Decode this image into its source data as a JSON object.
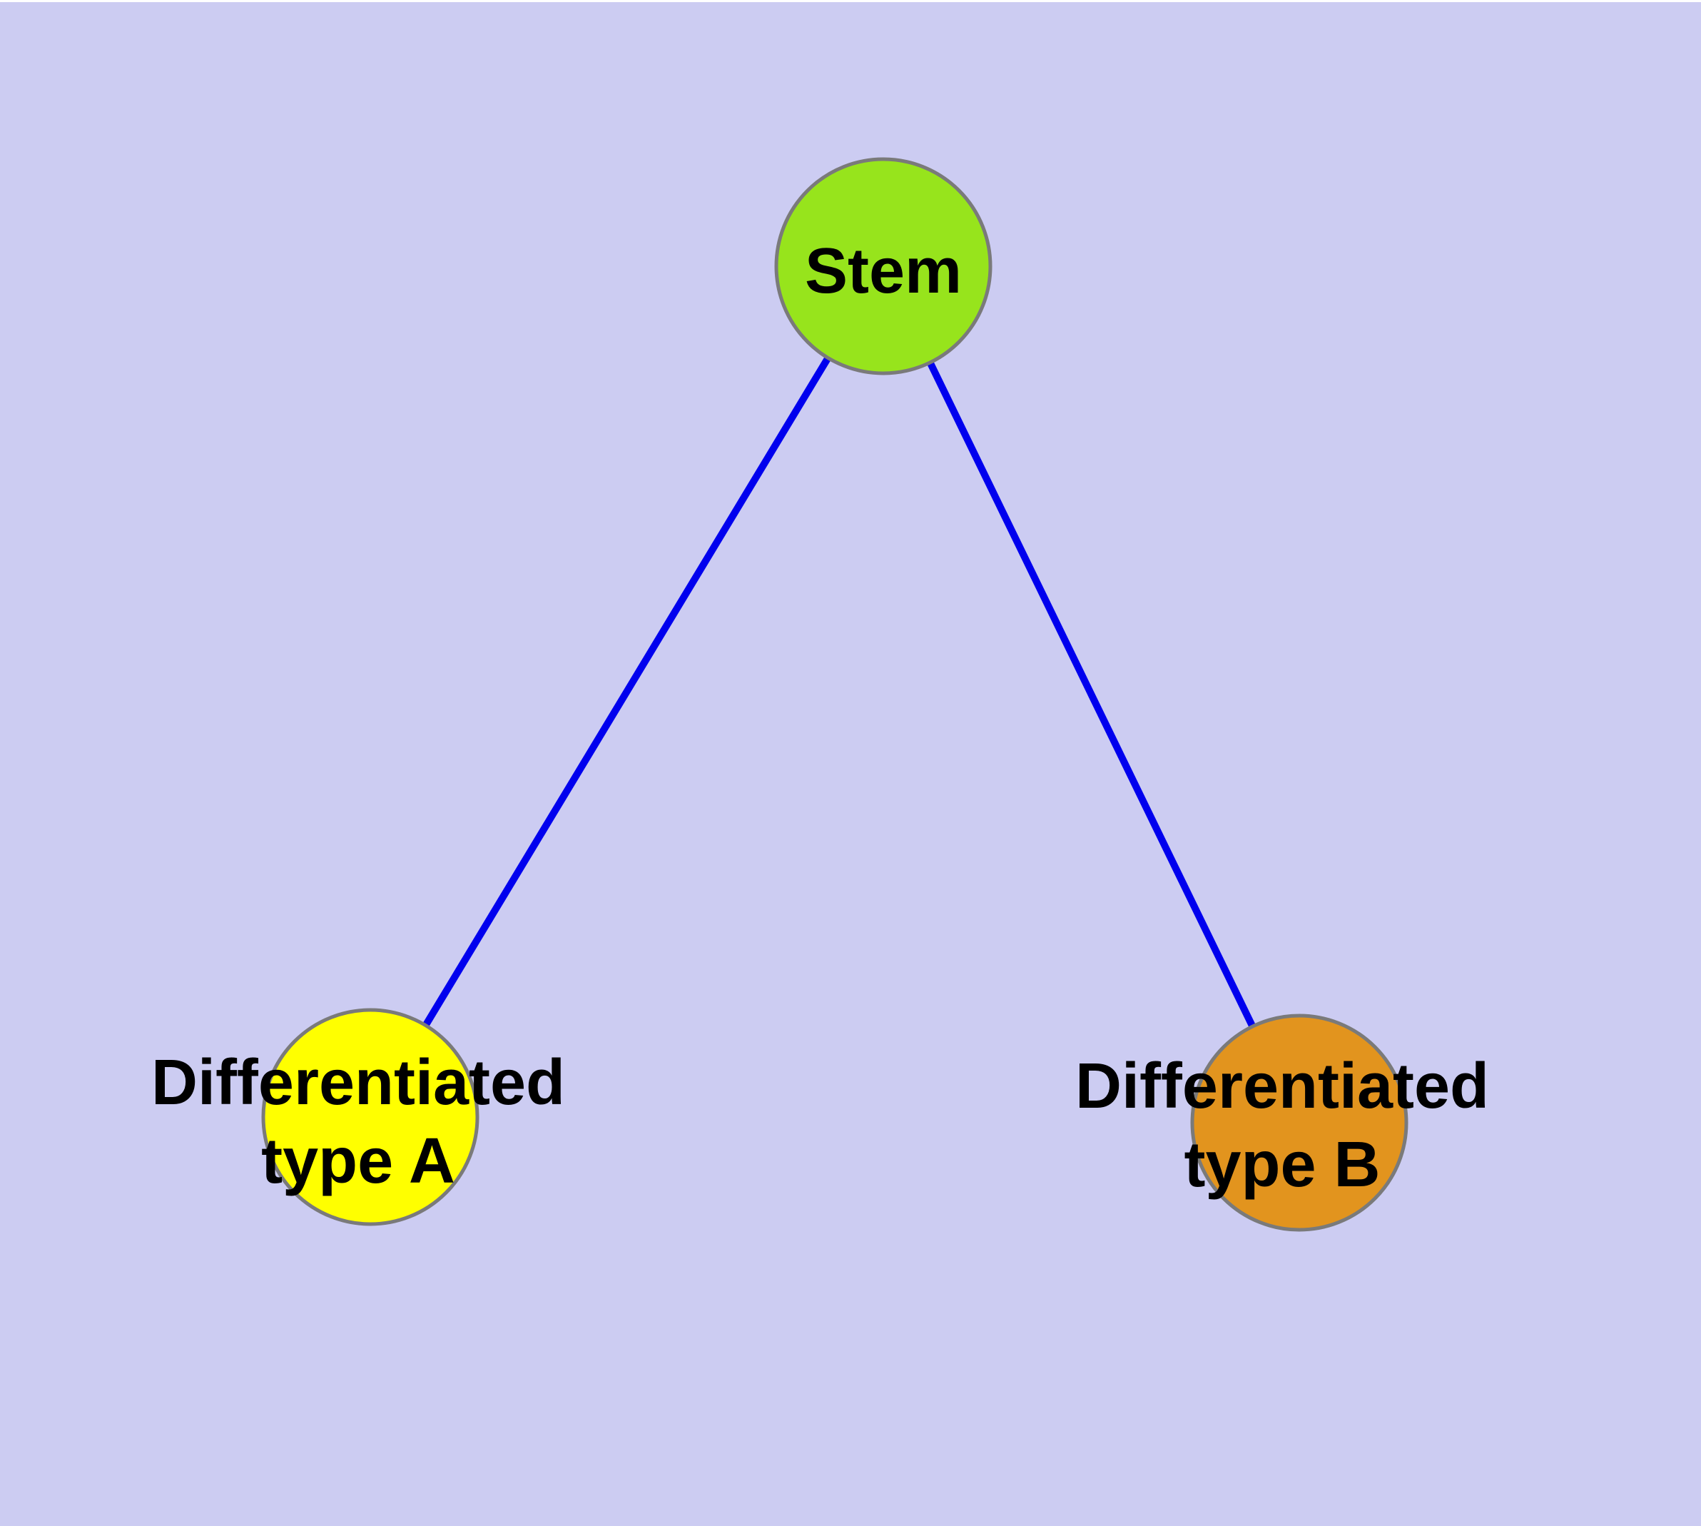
{
  "title": "Stem cell differentiation diagram",
  "colors": {
    "background": "#CCCCF2",
    "top_strip": "#FFFFFF",
    "edge": "#0000EE",
    "node_border": "#7A7A7A",
    "stem_fill": "#97E41C",
    "type_a_fill": "#FFFF00",
    "type_b_fill": "#E2941E",
    "label": "#000000"
  },
  "nodes": {
    "stem": {
      "label": "Stem"
    },
    "type_a": {
      "label_line1": "Differentiated",
      "label_line2": "type A"
    },
    "type_b": {
      "label_line1": "Differentiated",
      "label_line2": "type B"
    }
  },
  "edges": [
    {
      "from": "Stem",
      "to": "Differentiated type A"
    },
    {
      "from": "Stem",
      "to": "Differentiated type B"
    }
  ]
}
